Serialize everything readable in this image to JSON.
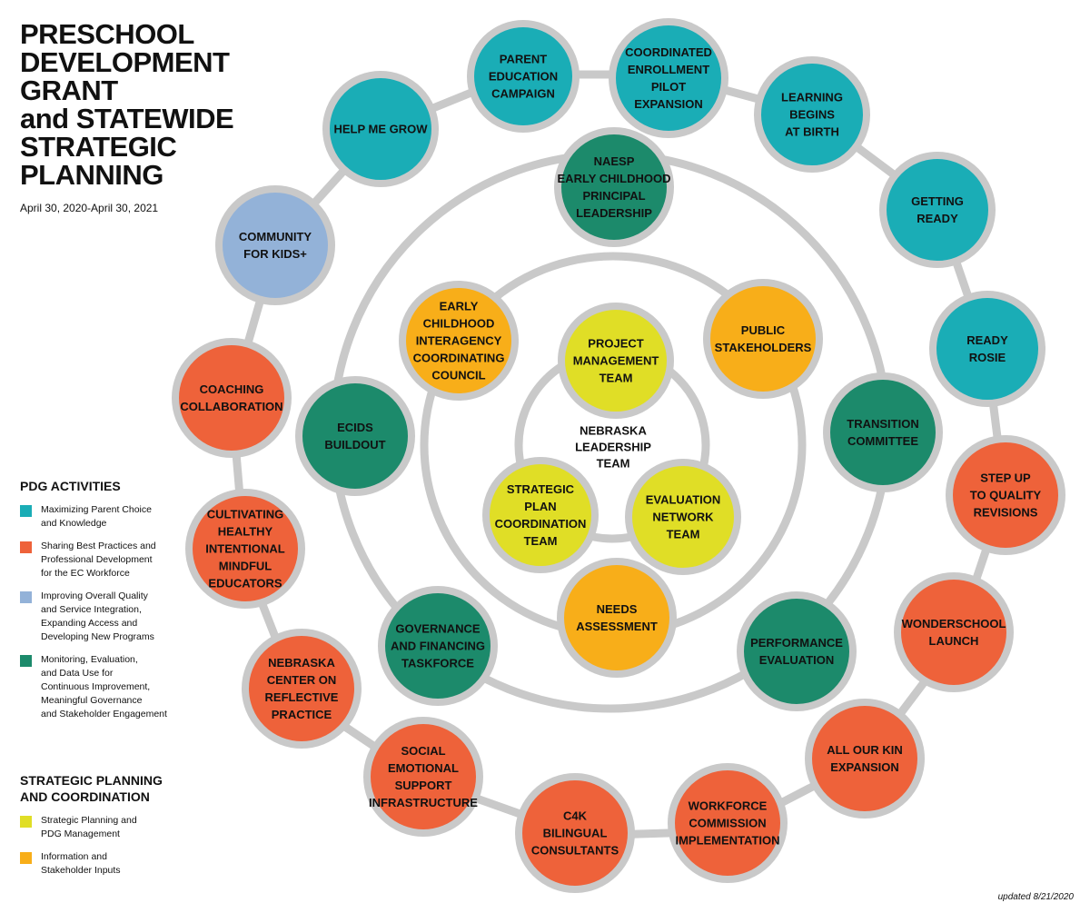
{
  "title_lines": [
    "PRESCHOOL",
    "DEVELOPMENT GRANT",
    "and STATEWIDE",
    "STRATEGIC PLANNING"
  ],
  "date_range": "April 30, 2020-April 30, 2021",
  "updated": "updated 8/21/2020",
  "colors": {
    "teal": "#1AADB6",
    "orange": "#EE623A",
    "blue": "#93B2D8",
    "green": "#1C8A6B",
    "yellow": "#E0DE26",
    "amber": "#F8AE19",
    "ring": "#C9C9C9"
  },
  "legend_activities": {
    "title": "PDG ACTIVITIES",
    "items": [
      {
        "color": "teal",
        "text": "Maximizing Parent Choice\nand Knowledge"
      },
      {
        "color": "orange",
        "text": "Sharing Best Practices and\nProfessional Development\nfor the EC Workforce"
      },
      {
        "color": "blue",
        "text": "Improving Overall Quality\nand Service Integration,\nExpanding Access and\nDeveloping New Programs"
      },
      {
        "color": "green",
        "text": "Monitoring, Evaluation,\nand Data Use for\nContinuous Improvement,\nMeaningful Governance\nand Stakeholder Engagement"
      }
    ]
  },
  "legend_planning": {
    "title": "STRATEGIC PLANNING\nAND COORDINATION",
    "items": [
      {
        "color": "yellow",
        "text": "Strategic Planning and\nPDG Management"
      },
      {
        "color": "amber",
        "text": "Information and\nStakeholder Inputs"
      }
    ]
  },
  "center_label": [
    "NEBRASKA",
    "LEADERSHIP",
    "TEAM"
  ],
  "nodes": [
    {
      "label": [
        "PARENT",
        "EDUCATION",
        "CAMPAIGN"
      ],
      "color": "teal"
    },
    {
      "label": [
        "COORDINATED",
        "ENROLLMENT",
        "PILOT",
        "EXPANSION"
      ],
      "color": "teal"
    },
    {
      "label": [
        "LEARNING",
        "BEGINS",
        "AT BIRTH"
      ],
      "color": "teal"
    },
    {
      "label": [
        "GETTING",
        "READY"
      ],
      "color": "teal"
    },
    {
      "label": [
        "READY",
        "ROSIE"
      ],
      "color": "teal"
    },
    {
      "label": [
        "HELP ME GROW"
      ],
      "color": "teal"
    },
    {
      "label": [
        "COMMUNITY",
        "FOR KIDS+"
      ],
      "color": "blue"
    },
    {
      "label": [
        "COACHING",
        "COLLABORATION"
      ],
      "color": "orange"
    },
    {
      "label": [
        "CULTIVATING",
        "HEALTHY",
        "INTENTIONAL",
        "MINDFUL",
        "EDUCATORS"
      ],
      "color": "orange"
    },
    {
      "label": [
        "NEBRASKA",
        "CENTER ON",
        "REFLECTIVE",
        "PRACTICE"
      ],
      "color": "orange"
    },
    {
      "label": [
        "SOCIAL",
        "EMOTIONAL",
        "SUPPORT",
        "INFRASTRUCTURE"
      ],
      "color": "orange"
    },
    {
      "label": [
        "C4K",
        "BILINGUAL",
        "CONSULTANTS"
      ],
      "color": "orange"
    },
    {
      "label": [
        "WORKFORCE",
        "COMMISSION",
        "IMPLEMENTATION"
      ],
      "color": "orange"
    },
    {
      "label": [
        "ALL OUR KIN",
        "EXPANSION"
      ],
      "color": "orange"
    },
    {
      "label": [
        "WONDERSCHOOL",
        "LAUNCH"
      ],
      "color": "orange"
    },
    {
      "label": [
        "STEP UP",
        "TO QUALITY",
        "REVISIONS"
      ],
      "color": "orange"
    },
    {
      "label": [
        "NAESP",
        "EARLY CHILDHOOD",
        "PRINCIPAL",
        "LEADERSHIP"
      ],
      "color": "green"
    },
    {
      "label": [
        "ECIDS",
        "BUILDOUT"
      ],
      "color": "green"
    },
    {
      "label": [
        "TRANSITION",
        "COMMITTEE"
      ],
      "color": "green"
    },
    {
      "label": [
        "GOVERNANCE",
        "AND FINANCING",
        "TASKFORCE"
      ],
      "color": "green"
    },
    {
      "label": [
        "PERFORMANCE",
        "EVALUATION"
      ],
      "color": "green"
    },
    {
      "label": [
        "EARLY",
        "CHILDHOOD",
        "INTERAGENCY",
        "COORDINATING",
        "COUNCIL"
      ],
      "color": "amber"
    },
    {
      "label": [
        "PUBLIC",
        "STAKEHOLDERS"
      ],
      "color": "amber"
    },
    {
      "label": [
        "NEEDS",
        "ASSESSMENT"
      ],
      "color": "amber"
    },
    {
      "label": [
        "PROJECT",
        "MANAGEMENT",
        "TEAM"
      ],
      "color": "yellow"
    },
    {
      "label": [
        "STRATEGIC",
        "PLAN",
        "COORDINATION",
        "TEAM"
      ],
      "color": "yellow"
    },
    {
      "label": [
        "EVALUATION",
        "NETWORK",
        "TEAM"
      ],
      "color": "yellow"
    }
  ]
}
